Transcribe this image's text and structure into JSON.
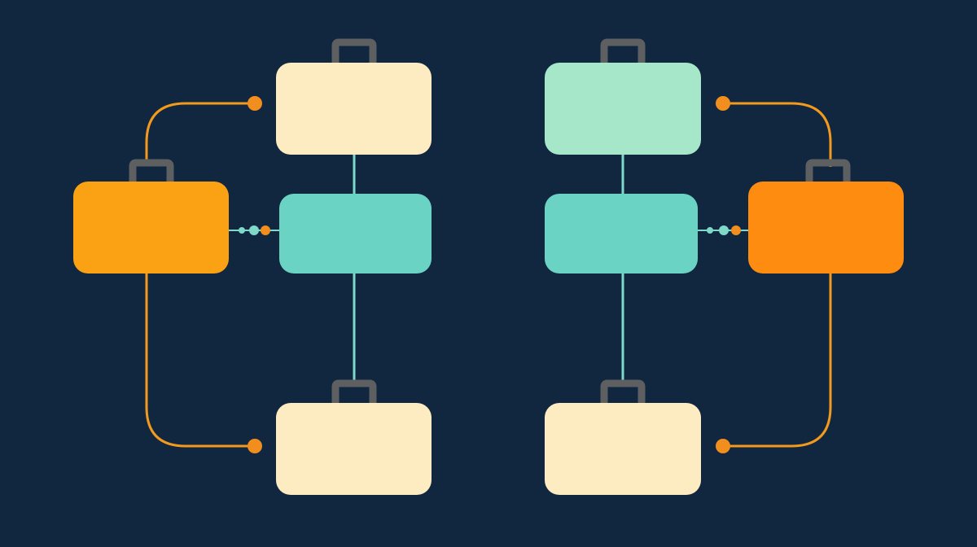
{
  "colors": {
    "background": "#11263f",
    "cream_box": "#fdebc2",
    "mint_box": "#a6e7c9",
    "teal_box": "#6ad3c4",
    "orange_box_left": "#fba114",
    "orange_box_right": "#fd8c10",
    "handle": "#5d5f60",
    "orange_line": "#f19a1e",
    "teal_line": "#7fd9c8",
    "orange_dot": "#f28e1e",
    "teal_dot": "#7fd9c8"
  },
  "diagram": {
    "left_group": {
      "top_box": {
        "color": "cream",
        "has_handle": true
      },
      "side_box": {
        "color": "orange",
        "has_handle": true
      },
      "middle_box": {
        "color": "teal",
        "has_handle": false
      },
      "bottom_box": {
        "color": "cream",
        "has_handle": true
      }
    },
    "right_group": {
      "top_box": {
        "color": "mint",
        "has_handle": true
      },
      "side_box": {
        "color": "orange",
        "has_handle": true
      },
      "middle_box": {
        "color": "teal",
        "has_handle": false
      },
      "bottom_box": {
        "color": "cream",
        "has_handle": true
      }
    }
  }
}
